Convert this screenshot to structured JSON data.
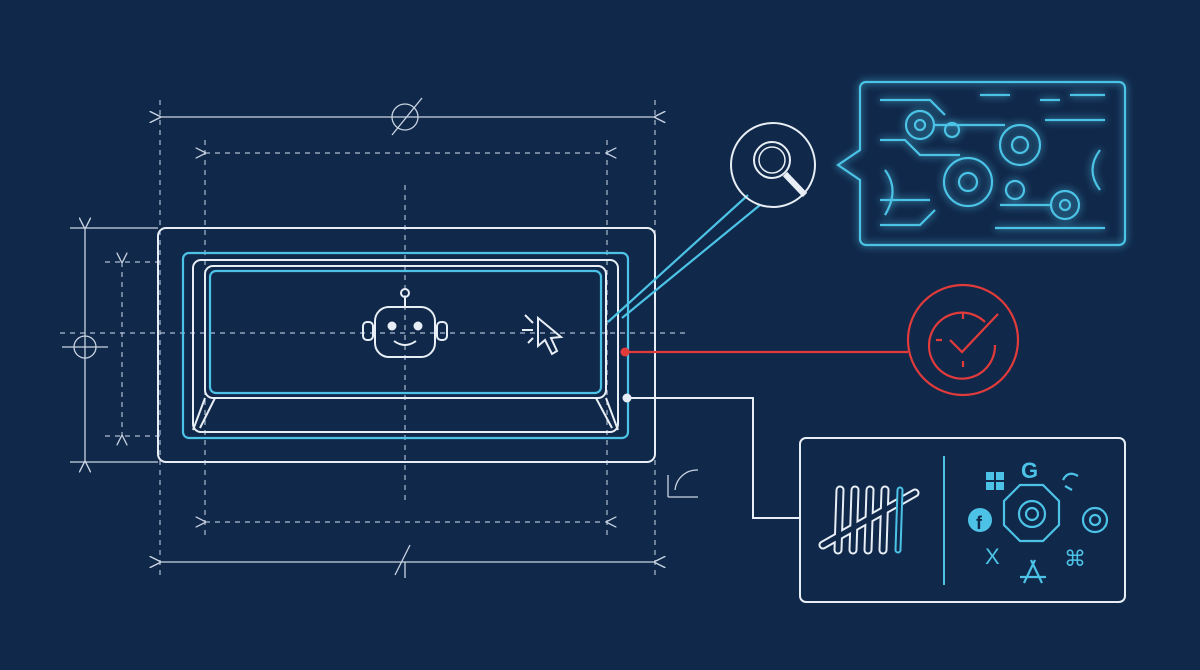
{
  "colors": {
    "background": "#10284a",
    "line": "#e8eef5",
    "accent": "#4cc3e6",
    "alert": "#e23b3b"
  },
  "icons": [
    "robot-icon",
    "cursor-click-icon",
    "magnifier-icon",
    "gears-circuit-icon",
    "clock-check-icon",
    "tally-marks-icon",
    "windows-logo-icon",
    "google-logo-icon",
    "facebook-logo-icon",
    "x-logo-icon",
    "chrome-logo-icon",
    "openai-logo-icon",
    "app-store-logo-icon",
    "command-key-icon",
    "phone-icon"
  ],
  "logos": {
    "google": "G",
    "facebook": "f",
    "x": "X"
  }
}
